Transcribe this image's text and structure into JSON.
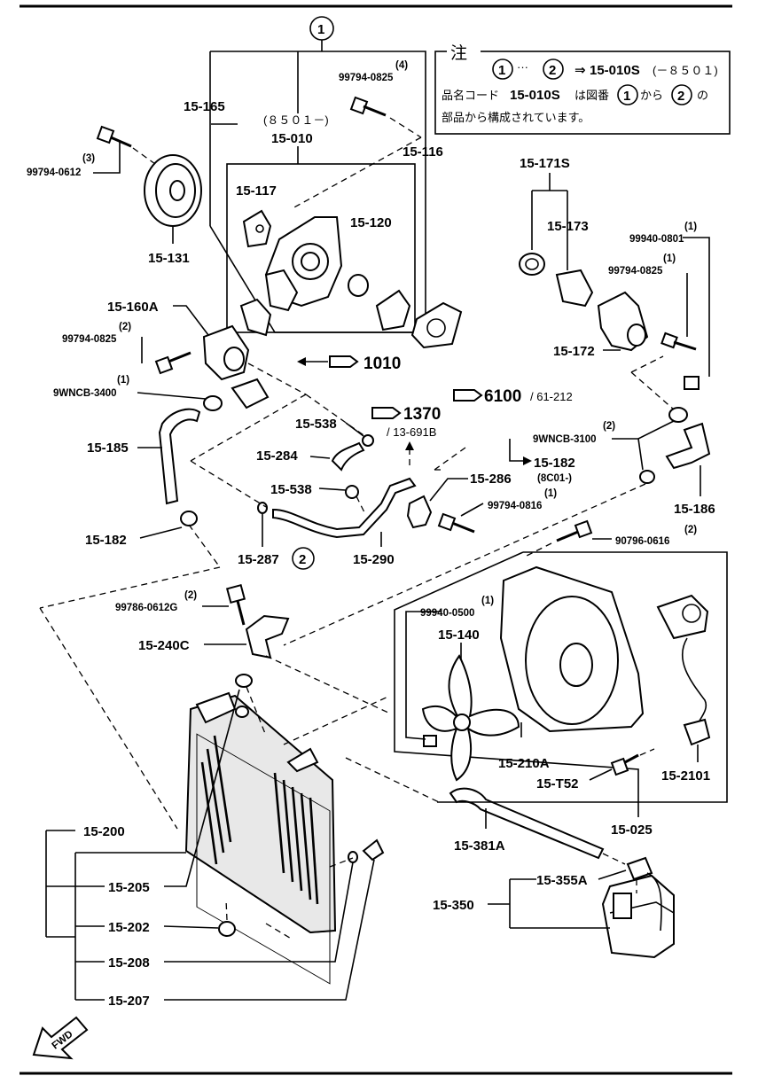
{
  "note": {
    "title": "注",
    "line1_a": "1",
    "line1_dots": "···",
    "line1_b": "2",
    "line1_arrow": "⇒",
    "line1_code": "15-010S",
    "line1_date": "(－８５０１)",
    "line2_pre": "品名コード",
    "line2_code": "15-010S",
    "line2_mid": "は図番",
    "line2_a": "1",
    "line2_from": "から",
    "line2_b": "2",
    "line2_post": "の",
    "line3": "部品から構成されています。"
  },
  "callouts": {
    "c1": "1",
    "c2": "2"
  },
  "refs": {
    "r1010": "1010",
    "r1370": "1370",
    "r1370_sub": "/ 13-691B",
    "r6100": "6100",
    "r6100_sub": "/ 61-212"
  },
  "labels": {
    "p15_165": "15-165",
    "p15_010_date": "(８５０１－)",
    "p15_010": "15-010",
    "p99794_0825_qty_top": "(4)",
    "p99794_0825_top": "99794-0825",
    "p15_116": "15-116",
    "p99794_0612_qty": "(3)",
    "p99794_0612": "99794-0612",
    "p15_117": "15-117",
    "p15_120": "15-120",
    "p15_131": "15-131",
    "p15_171s": "15-171S",
    "p15_173": "15-173",
    "p99940_0801_qty": "(1)",
    "p99940_0801": "99940-0801",
    "p99794_0825_qty_r": "(1)",
    "p99794_0825_r": "99794-0825",
    "p15_160a": "15-160A",
    "p99794_0825_qty_l": "(2)",
    "p99794_0825_l": "99794-0825",
    "p9wncb_3400_qty": "(1)",
    "p9wncb_3400": "9WNCB-3400",
    "p15_172": "15-172",
    "p15_185": "15-185",
    "p15_538_a": "15-538",
    "p15_284": "15-284",
    "p15_538_b": "15-538",
    "p9wncb_3100_qty": "(2)",
    "p9wncb_3100": "9WNCB-3100",
    "p15_182_r": "15-182",
    "p15_182_r_sub": "(8C01-)",
    "p15_286": "15-286",
    "p99794_0816_qty": "(1)",
    "p99794_0816": "99794-0816",
    "p15_186": "15-186",
    "p15_182_l": "15-182",
    "p90796_0616_qty": "(2)",
    "p90796_0616": "90796-0616",
    "p15_287": "15-287",
    "p15_290": "15-290",
    "p99786_0612g_qty": "(2)",
    "p99786_0612g": "99786-0612G",
    "p15_240c": "15-240C",
    "p99940_0500_qty": "(1)",
    "p99940_0500": "99940-0500",
    "p15_140": "15-140",
    "p15_210a": "15-210A",
    "p15_t52": "15-T52",
    "p15_2101": "15-2101",
    "p15_200": "15-200",
    "p15_205": "15-205",
    "p15_202": "15-202",
    "p15_208": "15-208",
    "p15_207": "15-207",
    "p15_381a": "15-381A",
    "p15_025": "15-025",
    "p15_355a": "15-355A",
    "p15_350": "15-350",
    "fwd": "FWD"
  }
}
